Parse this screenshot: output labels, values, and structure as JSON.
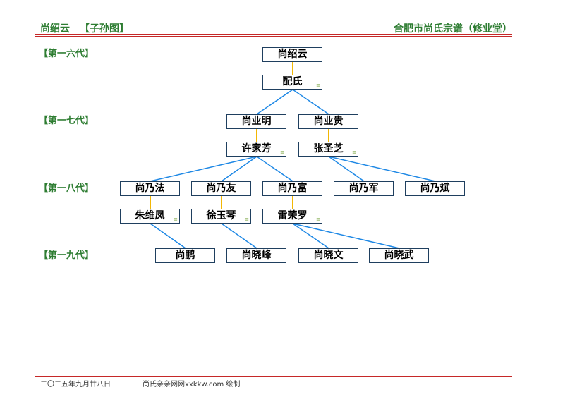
{
  "header": {
    "person": "尚绍云",
    "chart_kind": "【子孙图】",
    "title": "合肥市尚氏宗谱（修业堂）"
  },
  "generations": [
    "【第一六代】",
    "【第一七代】",
    "【第一八代】",
    "【第一九代】"
  ],
  "people": {
    "shang_shaoyun": "尚绍云",
    "pei_shi": "配氏",
    "shang_yeming": "尚业明",
    "shang_yegui": "尚业贵",
    "xu_jiafang": "许家芳",
    "zhang_shengzhi": "张圣芝",
    "shang_naifa": "尚乃法",
    "shang_naiyou": "尚乃友",
    "shang_naifu": "尚乃富",
    "shang_naijun": "尚乃军",
    "shang_naibin": "尚乃斌",
    "zhu_weifeng": "朱维凤",
    "xu_yuqin": "徐玉琴",
    "lei_rongluo": "雷荣罗",
    "shang_peng": "尚鹏",
    "shang_xiaofeng": "尚晓峰",
    "shang_xiaowen": "尚晓文",
    "shang_xiaowu": "尚晓武"
  },
  "spouse_mark": "≡",
  "footer": {
    "date": "二〇二五年九月廿八日",
    "credit": "尚氏亲亲网网xxkkw.com 绘制"
  },
  "colors": {
    "header_text": "#2e7d32",
    "rule": "#c62828",
    "box_border": "#1f3f5f",
    "descent_line": "#1e88e5",
    "marriage_line": "#f2b705"
  }
}
